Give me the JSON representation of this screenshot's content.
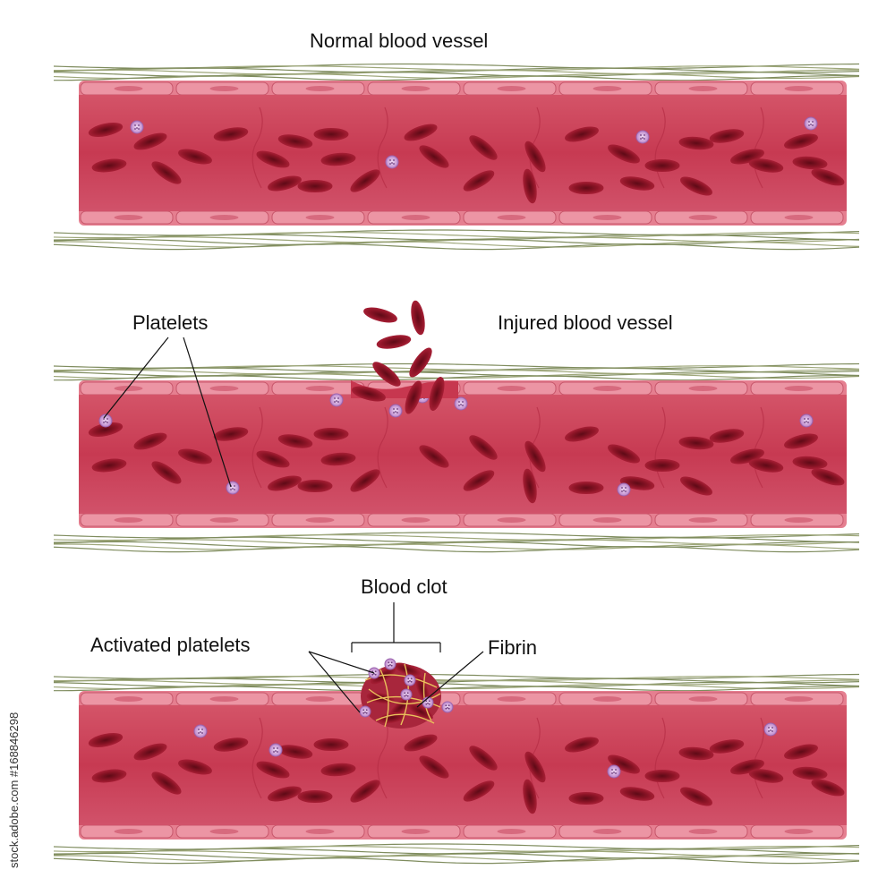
{
  "labels": {
    "normal": "Normal blood vessel",
    "injured": "Injured blood vessel",
    "platelets": "Platelets",
    "blood_clot": "Blood clot",
    "activated_platelets": "Activated platelets",
    "fibrin": "Fibrin"
  },
  "watermark": "stock.adobe.com #168846298",
  "colors": {
    "vessel_wall": "#d86a7c",
    "lumen": "#c7374f",
    "red_cell": "#8f1424",
    "platelet": "#c88fd3",
    "fibrin": "#e9c15b",
    "connective_tissue": "#8d9a6d"
  }
}
